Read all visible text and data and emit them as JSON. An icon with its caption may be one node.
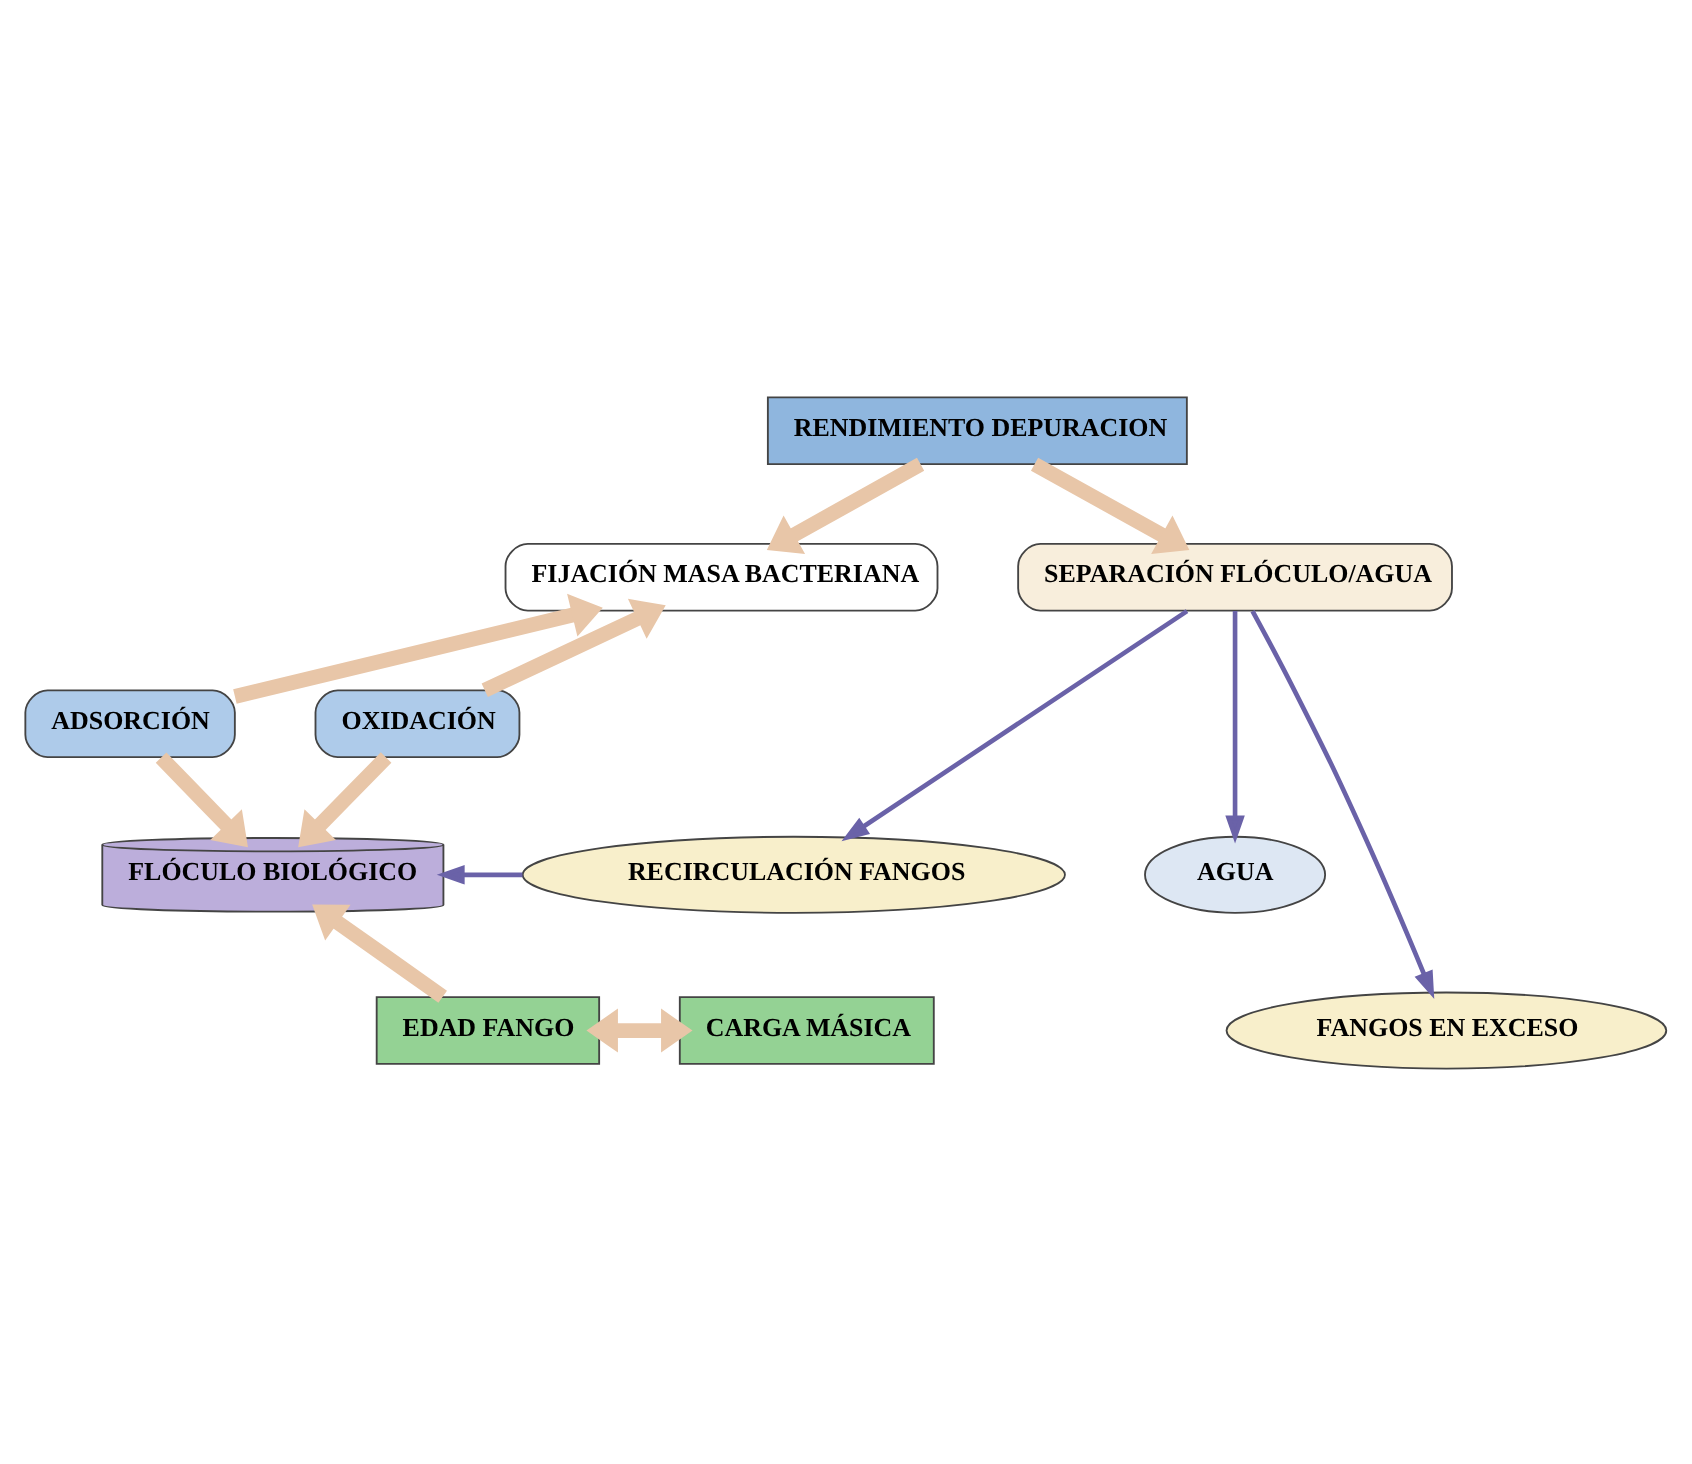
{
  "diagram": {
    "nodes": [
      {
        "text": [
          "RENDIMIENTO DEPURACION"
        ]
      },
      {
        "text": [
          "FIJACIÓN MASA BACTERIANA"
        ]
      },
      {
        "text": [
          "SEPARACIÓN FLÓCULO/AGUA"
        ]
      },
      {
        "text": [
          "ADSORCIÓN"
        ]
      },
      {
        "text": [
          "OXIDACIÓN"
        ]
      },
      {
        "text": [
          "FLÓCULO BIOLÓGICO"
        ]
      },
      {
        "text": [
          "RECIRCULACIÓN FANGOS"
        ]
      },
      {
        "text": [
          "AGUA"
        ]
      },
      {
        "text": [
          "EDAD FANGO"
        ]
      },
      {
        "text": [
          "CARGA MÁSICA"
        ]
      },
      {
        "text": [
          "FANGOS EN EXCESO"
        ]
      }
    ],
    "edges": [
      {
        "from": 0,
        "to": 1,
        "arrow": "to"
      },
      {
        "from": 0,
        "to": 2,
        "arrow": "to"
      },
      {
        "from": 3,
        "to": 1,
        "arrow": "to"
      },
      {
        "from": 4,
        "to": 1,
        "arrow": "to"
      },
      {
        "from": 3,
        "to": 5,
        "arrow": "to"
      },
      {
        "from": 4,
        "to": 5,
        "arrow": "to"
      },
      {
        "from": 8,
        "to": 5,
        "arrow": "to"
      },
      {
        "from": 8,
        "to": 9,
        "arrow": "both"
      },
      {
        "from": 2,
        "to": 6,
        "arrow": "to",
        "color": "#6a62a8"
      },
      {
        "from": 2,
        "to": 7,
        "arrow": "to",
        "color": "#6a62a8"
      },
      {
        "from": 2,
        "to": 10,
        "arrow": "to",
        "color": "#6a62a8"
      },
      {
        "from": 6,
        "to": 5,
        "arrow": "to",
        "color": "#6a62a8"
      }
    ]
  }
}
